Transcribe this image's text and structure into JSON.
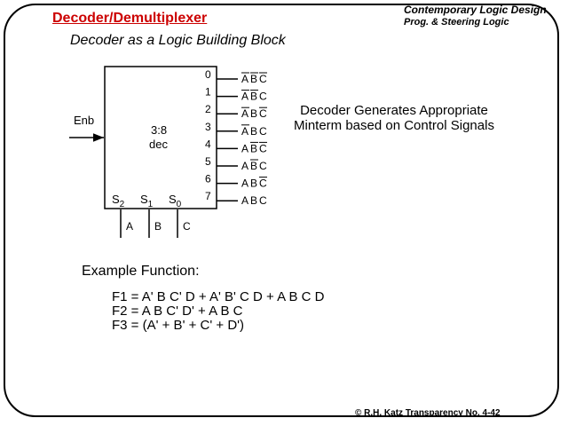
{
  "title": "Decoder/Demultiplexer",
  "book": {
    "line1": "Contemporary  Logic Design",
    "line2": "Prog. & Steering Logic"
  },
  "subtitle": "Decoder as a Logic Building Block",
  "diagram": {
    "enable_label": "Enb",
    "block_label_1": "3:8",
    "block_label_2": "dec",
    "outputs": [
      "0",
      "1",
      "2",
      "3",
      "4",
      "5",
      "6",
      "7"
    ],
    "minterms": [
      [
        "A",
        "B",
        "C"
      ],
      [
        "A",
        "B",
        "C"
      ],
      [
        "A",
        "B",
        "C"
      ],
      [
        "A",
        "B",
        "C"
      ],
      [
        "A",
        "B",
        "C"
      ],
      [
        "A",
        "B",
        "C"
      ],
      [
        "A",
        "B",
        "C"
      ],
      [
        "A",
        "B",
        "C"
      ]
    ],
    "select_labels": [
      {
        "name": "S",
        "sub": "2"
      },
      {
        "name": "S",
        "sub": "1"
      },
      {
        "name": "S",
        "sub": "0"
      }
    ],
    "inputs": [
      "A",
      "B",
      "C"
    ]
  },
  "side_text": {
    "line1": "Decoder Generates Appropriate",
    "line2": "Minterm based on Control Signals"
  },
  "example_label": "Example Function:",
  "equations": [
    "F1 = A' B C' D  +  A' B' C D  +  A B C D",
    "F2 = A B C' D'  +  A B C",
    "F3 = (A' + B' + C' + D')"
  ],
  "footer": "© R.H. Katz   Transparency No. 4-42",
  "colors": {
    "title": "#cc0000"
  }
}
